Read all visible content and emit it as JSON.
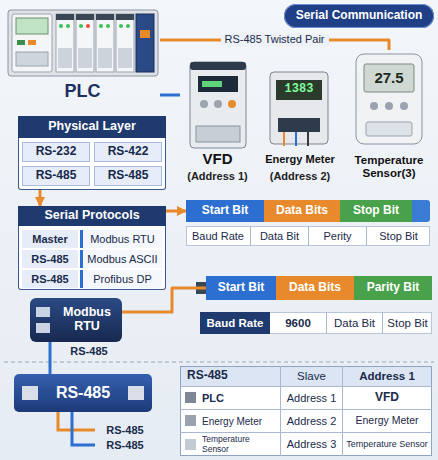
{
  "diagram": {
    "nodes": [
      {
        "text": [
          "PLC"
        ]
      },
      {
        "text": [
          "Serial Communication"
        ]
      },
      {
        "text": [
          "VFD",
          "(Address 1)"
        ]
      },
      {
        "text": [
          "Energy Meter",
          "(Address 2)"
        ]
      },
      {
        "text": [
          "Temperature Sensor(3)"
        ]
      },
      {
        "text": [
          "Physical Layer",
          "RS-232",
          "RS-422",
          "RS-485",
          "RS-485"
        ]
      },
      {
        "text": [
          "Serial Protocols",
          "Master",
          "Modbus RTU",
          "RS-485",
          "Modbus ASCII",
          "RS-485",
          "Profibus DP"
        ]
      },
      {
        "text": [
          "Start Bit",
          "Data Bits",
          "Stop Bit"
        ]
      },
      {
        "text": [
          "Baud Rate",
          "Data Bit",
          "Perity",
          "Stop Bit"
        ]
      },
      {
        "text": [
          "Start Bit",
          "Data Bits",
          "Parity Bit"
        ]
      },
      {
        "text": [
          "Baud Rate",
          "9600",
          "Data Bit",
          "Stop Bit"
        ]
      },
      {
        "text": [
          "Modbus RTU"
        ]
      },
      {
        "text": [
          "RS-485"
        ]
      },
      {
        "text": [
          "RS-485",
          "Slave",
          "Address 1",
          "PLC",
          "Address 1",
          "VFD",
          "Energy Meter",
          "Address 2",
          "Energy Meter",
          "Temperature Sensor",
          "Address 3",
          "Temperature Sensor"
        ]
      }
    ],
    "edges": [
      {
        "from": 0,
        "to": 4,
        "arrow": "none",
        "label": "RS-485 Twisted Pair"
      },
      {
        "from": 0,
        "to": 2,
        "arrow": "none"
      },
      {
        "from": 5,
        "to": 6,
        "arrow": "to"
      },
      {
        "from": 6,
        "to": 7,
        "arrow": "to"
      },
      {
        "from": 11,
        "to": 9,
        "arrow": "none"
      },
      {
        "from": 11,
        "to": 12,
        "arrow": "none"
      }
    ],
    "labels": [
      "27.5",
      "1383",
      "RS-485",
      "RS-485",
      "RS-485"
    ]
  }
}
